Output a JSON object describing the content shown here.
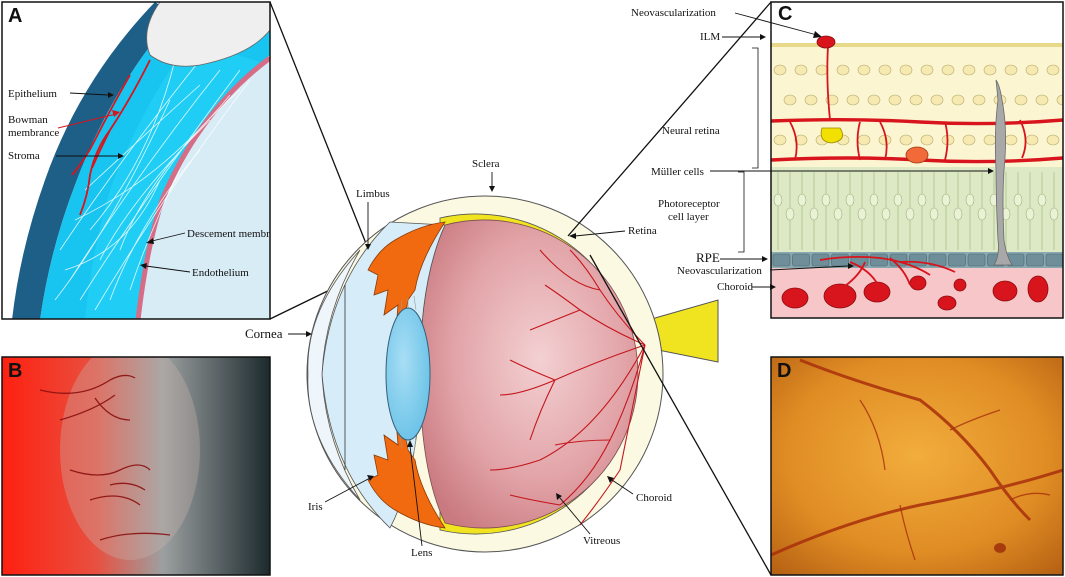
{
  "panels": {
    "a": "A",
    "b": "B",
    "c": "C",
    "d": "D"
  },
  "panel_a_labels": {
    "epithelium": "Epithelium",
    "bowman_line1": "Bowman",
    "bowman_line2": "membrance",
    "stroma": "Stroma",
    "descement": "Descement membrance",
    "endothelium": "Endothelium"
  },
  "eye_labels": {
    "sclera": "Sclera",
    "limbus": "Limbus",
    "retina": "Retina",
    "cornea": "Cornea",
    "iris": "Iris",
    "lens": "Lens",
    "vitreous": "Vitreous",
    "choroid": "Choroid"
  },
  "panel_c_labels": {
    "neovascularization_top": "Neovascularization",
    "ilm": "ILM",
    "neural_retina": "Neural retina",
    "muller_cells": "Müller cells",
    "photoreceptor_line1": "Photoreceptor",
    "photoreceptor_line2": "cell layer",
    "rpe": "RPE",
    "neovascularization_bottom": "Neovascularization",
    "choroid": "Choroid"
  },
  "colors": {
    "stroma_blue": "#18c4f0",
    "vessel_red": "#d8141c",
    "iris_orange": "#f26a10",
    "sclera_cream": "#fbf9e2",
    "retina_yellow": "#f0e420",
    "vitreous_pink": "#e0a0a4",
    "aqueous_blue": "#d6ecf8",
    "lens_blue": "#8fd3f0",
    "choroid_pink": "#f7c6c8",
    "photoreceptor_green": "#dde9c4",
    "neural_yellow": "#fbf5d2"
  }
}
